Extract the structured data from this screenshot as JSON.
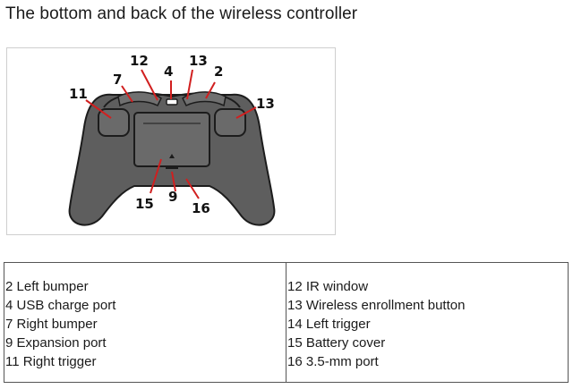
{
  "page": {
    "title": "The bottom and back of the wireless controller"
  },
  "figure": {
    "callouts": [
      {
        "id": "c12",
        "label": "12"
      },
      {
        "id": "c4",
        "label": "4"
      },
      {
        "id": "c13top",
        "label": "13"
      },
      {
        "id": "c2",
        "label": "2"
      },
      {
        "id": "c7",
        "label": "7"
      },
      {
        "id": "c11",
        "label": "11"
      },
      {
        "id": "c13right",
        "label": "13"
      },
      {
        "id": "c15",
        "label": "15"
      },
      {
        "id": "c9",
        "label": "9"
      },
      {
        "id": "c16",
        "label": "16"
      }
    ],
    "colors": {
      "body": "#5e5e5e",
      "outline": "#1c1c1c",
      "leader": "#d11f1f"
    },
    "expand_icon": "expand-arrows-icon"
  },
  "legend": {
    "left": [
      {
        "num": "2",
        "text": "Left bumper"
      },
      {
        "num": "4",
        "text": "USB charge port"
      },
      {
        "num": "7",
        "text": "Right bumper"
      },
      {
        "num": "9",
        "text": "Expansion port"
      },
      {
        "num": "11",
        "text": "Right trigger"
      }
    ],
    "right": [
      {
        "num": "12",
        "text": "IR window"
      },
      {
        "num": "13",
        "text": "Wireless enrollment button"
      },
      {
        "num": "14",
        "text": "Left trigger"
      },
      {
        "num": "15",
        "text": "Battery cover"
      },
      {
        "num": "16",
        "text": "3.5-mm port"
      }
    ]
  }
}
